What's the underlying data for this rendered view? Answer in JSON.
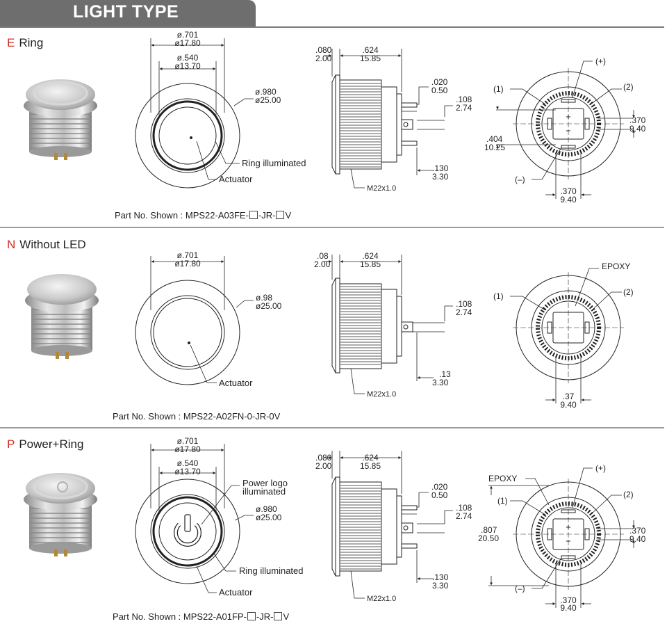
{
  "header": {
    "title": "LIGHT TYPE"
  },
  "sections": [
    {
      "letter": "E",
      "name": "Ring",
      "part_prefix": "Part No. Shown : MPS22-A03FE-",
      "part_mid": "-JR-",
      "part_suffix": "V",
      "front": {
        "d1_in": "ø.701",
        "d1_mm": "ø17.80",
        "d2_in": "ø.540",
        "d2_mm": "ø13.70",
        "od_in": "ø.980",
        "od_mm": "ø25.00",
        "label_a": "Ring illuminated",
        "label_b": "Actuator"
      },
      "side": {
        "flange_in": ".080",
        "flange_mm": "2.00",
        "len_in": ".624",
        "len_mm": "15.85",
        "gap_in": ".020",
        "gap_mm": "0.50",
        "term_in": ".108",
        "term_mm": "2.74",
        "pin_in": ".130",
        "pin_mm": "3.30",
        "thread": "M22x1.0"
      },
      "back": {
        "plus": "(+)",
        "minus": "(–)",
        "one": "(1)",
        "two": "(2)",
        "w_in": ".370",
        "w_mm": "9.40",
        "h_in": ".404",
        "h_mm": "10.25",
        "b_in": ".370",
        "b_mm": "9.40"
      }
    },
    {
      "letter": "N",
      "name": "Without LED",
      "part_text": "Part No. Shown : MPS22-A02FN-0-JR-0V",
      "front": {
        "d1_in": "ø.701",
        "d1_mm": "ø17.80",
        "od_in": "ø.98",
        "od_mm": "ø25.00",
        "label_b": "Actuator"
      },
      "side": {
        "flange_in": ".08",
        "flange_mm": "2.00",
        "len_in": ".624",
        "len_mm": "15.85",
        "term_in": ".108",
        "term_mm": "2.74",
        "pin_in": ".13",
        "pin_mm": "3.30",
        "thread": "M22x1.0"
      },
      "back": {
        "epoxy": "EPOXY",
        "one": "(1)",
        "two": "(2)",
        "b_in": ".37",
        "b_mm": "9.40"
      }
    },
    {
      "letter": "P",
      "name": "Power+Ring",
      "part_prefix": "Part No. Shown : MPS22-A01FP-",
      "part_mid": "-JR-",
      "part_suffix": "V",
      "front": {
        "d1_in": "ø.701",
        "d1_mm": "ø17.80",
        "d2_in": "ø.540",
        "d2_mm": "ø13.70",
        "od_in": "ø.980",
        "od_mm": "ø25.00",
        "label_c1": "Power logo",
        "label_c2": "illuminated",
        "label_a": "Ring illuminated",
        "label_b": "Actuator"
      },
      "side": {
        "flange_in": ".080",
        "flange_mm": "2.00",
        "len_in": ".624",
        "len_mm": "15.85",
        "gap_in": ".020",
        "gap_mm": "0.50",
        "term_in": ".108",
        "term_mm": "2.74",
        "pin_in": ".130",
        "pin_mm": "3.30",
        "thread": "M22x1.0"
      },
      "back": {
        "epoxy": "EPOXY",
        "plus": "(+)",
        "minus": "(–)",
        "one": "(1)",
        "two": "(2)",
        "w_in": ".370",
        "w_mm": "9.40",
        "h_in": ".807",
        "h_mm": "20.50",
        "b_in": ".370",
        "b_mm": "9.40"
      }
    }
  ]
}
